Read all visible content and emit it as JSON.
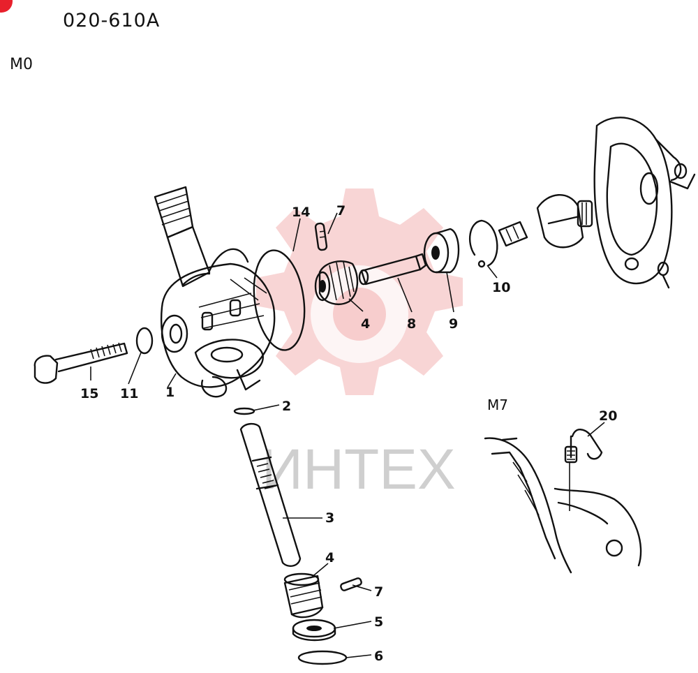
{
  "header": {
    "code": "020-610A",
    "variant": "M0"
  },
  "inset": {
    "label": "M7"
  },
  "watermark": {
    "text": "ИНТЕХ",
    "color": "#f3b2b3"
  },
  "badge_color": "#e8202c",
  "callouts": [
    {
      "id": "c1",
      "text": "1"
    },
    {
      "id": "c2",
      "text": "2"
    },
    {
      "id": "c3",
      "text": "3"
    },
    {
      "id": "c4a",
      "text": "4"
    },
    {
      "id": "c4b",
      "text": "4"
    },
    {
      "id": "c5",
      "text": "5"
    },
    {
      "id": "c6",
      "text": "6"
    },
    {
      "id": "c7a",
      "text": "7"
    },
    {
      "id": "c7b",
      "text": "7"
    },
    {
      "id": "c8",
      "text": "8"
    },
    {
      "id": "c9",
      "text": "9"
    },
    {
      "id": "c10",
      "text": "10"
    },
    {
      "id": "c11",
      "text": "11"
    },
    {
      "id": "c14",
      "text": "14"
    },
    {
      "id": "c15",
      "text": "15"
    },
    {
      "id": "c20",
      "text": "20"
    }
  ]
}
